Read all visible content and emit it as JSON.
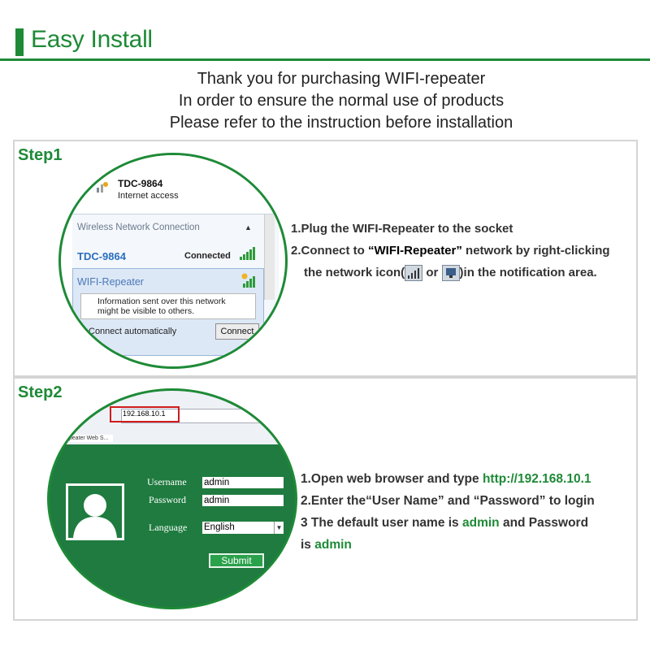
{
  "header": {
    "title": "Easy Install"
  },
  "intro": {
    "line1": "Thank you for purchasing WIFI-repeater",
    "line2": "In order to ensure the normal use of products",
    "line3": "Please refer to the instruction before installation"
  },
  "step1": {
    "label": "Step1",
    "popup": {
      "current_network": "TDC-9864",
      "current_status": "Internet access",
      "section_header": "Wireless Network Connection",
      "network1_name": "TDC-9864",
      "network1_status": "Connected",
      "network2_name": "WIFI-Repeater",
      "info_line1": "Information sent over this network",
      "info_line2": "might be visible to others.",
      "connect_auto": "Connect automatically",
      "connect_button": "Connect"
    },
    "instructions": {
      "line1": "1.Plug the WIFI-Repeater to the socket",
      "line2_a": "2.Connect to ",
      "line2_b": "“WIFI-Repeater”",
      "line2_c": " network by right-clicking",
      "line3_a": "the network icon(",
      "line3_b": " or ",
      "line3_c": ")in the notification area."
    }
  },
  "step2": {
    "label": "Step2",
    "browser": {
      "address": "192.168.10.1",
      "tab_title": "epeater Web S..."
    },
    "login": {
      "username_label": "Username",
      "username_value": "admin",
      "password_label": "Password",
      "password_value": "admin",
      "language_label": "Language",
      "language_value": "English",
      "submit_label": "Submit"
    },
    "instructions": {
      "line1_a": "1.Open web browser and type ",
      "line1_b": "http://192.168.10.1",
      "line2": "2.Enter the“User Name” and “Password” to login",
      "line3_a": "3 The default user name is ",
      "line3_b": "admin",
      "line3_c": " and Password",
      "line4_a": "is ",
      "line4_b": "admin"
    }
  },
  "colors": {
    "brand_green": "#1e8a37",
    "login_bg": "#1f7b3f",
    "highlight_red": "#d01c1c"
  }
}
